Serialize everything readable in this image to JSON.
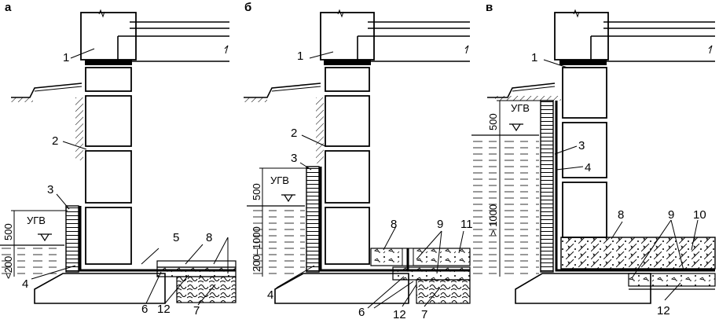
{
  "panels": [
    {
      "letter": "а",
      "ugv": "УГВ",
      "dims": [
        "500",
        "<200"
      ],
      "callouts": [
        "1",
        "2",
        "3",
        "4",
        "5",
        "6",
        "12",
        "8",
        "7"
      ]
    },
    {
      "letter": "б",
      "ugv": "УГВ",
      "dims": [
        "500",
        "200–1000"
      ],
      "callouts": [
        "1",
        "2",
        "3",
        "4",
        "8",
        "9",
        "11",
        "6",
        "12",
        "7"
      ]
    },
    {
      "letter": "в",
      "ugv": "УГВ",
      "dims": [
        "500",
        "> 1000"
      ],
      "callouts": [
        "1",
        "3",
        "4",
        "8",
        "9",
        "10",
        "12"
      ]
    }
  ]
}
